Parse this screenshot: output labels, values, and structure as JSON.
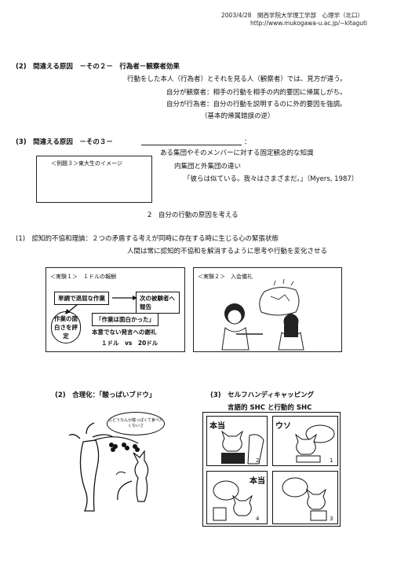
{
  "header": {
    "date_course": "2003/4/28　関西学院大学理工学部　心理学（北口）",
    "url": "http://www.mukogawa-u.ac.jp/~kitaguti"
  },
  "section2": {
    "heading": "(2)　間違える原因　－その２－　行為者－観察者効果",
    "line1": "行動をした本人（行為者）とそれを見る人（観察者）では、見方が違う。",
    "line2": "自分が観察者：相手の行動を相手の内的要因に帰属しがち。",
    "line3": "自分が行為者：自分の行動を説明するのに外的要因を強調。",
    "line4": "（基本的帰属錯誤の逆）"
  },
  "section3": {
    "heading": "(3)　間違える原因　－その３－",
    "colon": "：",
    "line1": "ある集団やそのメンバーに対する固定観念的な知識",
    "line2": "内集団と外集団の違い",
    "quote": "「彼らは似ている。我々はさまざまだ。」（Myers, 1987）",
    "example_box_label": "＜例題３＞東大生のイメージ"
  },
  "part2": {
    "title": "2　自分の行動の原因を考える",
    "item1_line1": "(1)　認知的不協和理論：２つの矛盾する考えが同時に存在する時に生じる心の緊張状態",
    "item1_line2": "人間は常に認知的不協和を解消するように思考や行動を変化させる"
  },
  "experiment1": {
    "label": "＜実験１＞　１ドルの報酬",
    "task": "単調で退屈な作業",
    "report": "次の被験者へ報告",
    "rate": "作業の面白さを評定",
    "said": "「作業は面白かった」",
    "reward": "本意でない発言への謝礼",
    "amounts": "１ドル　vs　20ドル"
  },
  "experiment2": {
    "label": "＜実験２＞　入会儀礼"
  },
  "bottom": {
    "rationalization": "(2)　合理化：「酸っぱいブドウ」",
    "fox_bubble": "ぶどうなんか酸っぱくて食べたくないさ",
    "shc_heading": "(3)　セルフハンディキャッピング",
    "shc_sub": "言語的 SHC と行動的 SHC",
    "comic_tl": "本当",
    "comic_tr": "ウソ",
    "comic_bl": "本当",
    "comic_nums": [
      "1",
      "2",
      "3",
      "4"
    ]
  }
}
